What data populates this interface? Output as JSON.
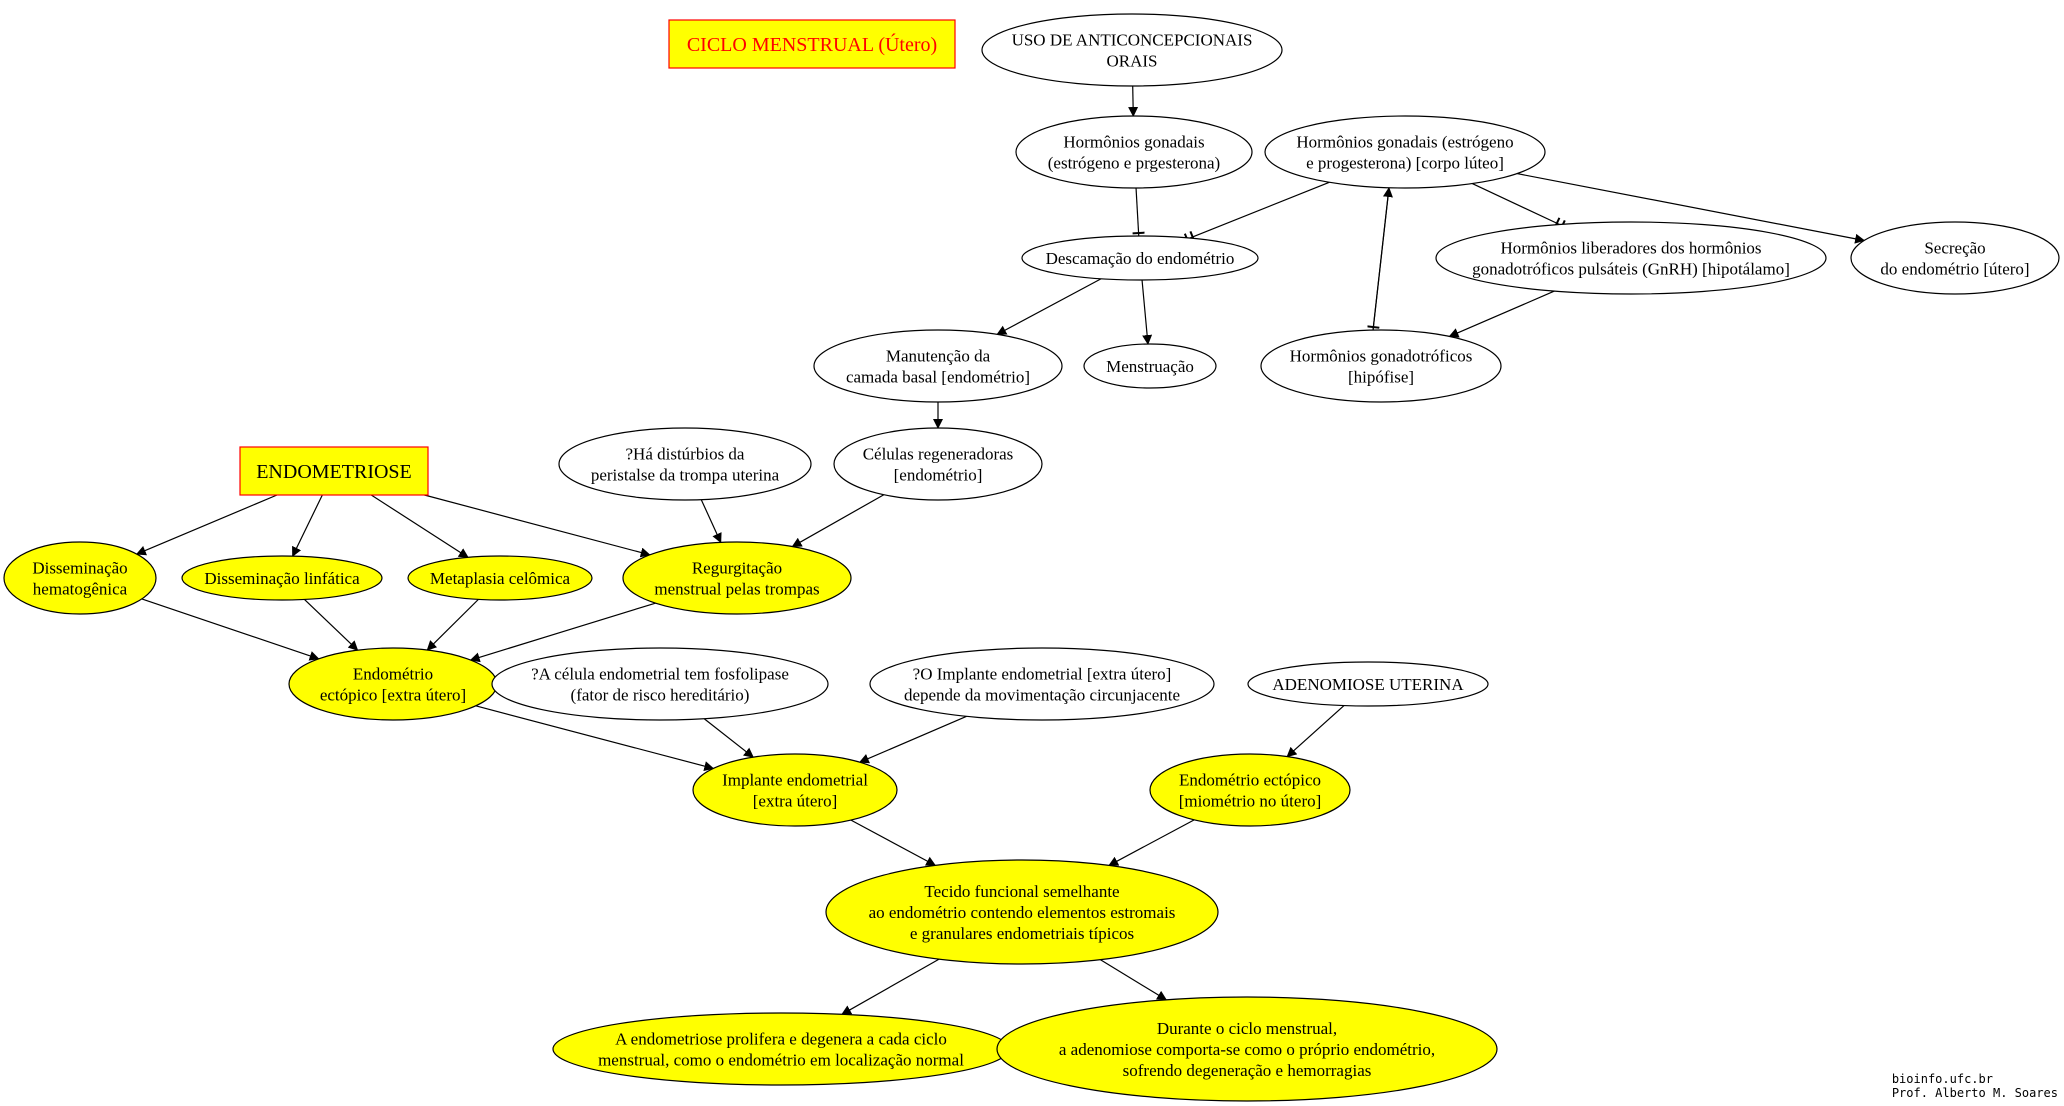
{
  "colors": {
    "highlight": "#ffff00",
    "title_text": "#ff0000",
    "box_border": "#ff0000",
    "plain": "#ffffff",
    "line": "#000000"
  },
  "titles": {
    "ciclo": "CICLO MENSTRUAL (Útero)",
    "endometriose": "ENDOMETRIOSE"
  },
  "nodes": {
    "uso": [
      "USO DE ANTICONCEPCIONAIS",
      "ORAIS"
    ],
    "horm_gon": [
      "Hormônios gonadais",
      "(estrógeno e prgesterona)"
    ],
    "horm_gon_cl": [
      "Hormônios gonadais (estrógeno",
      "e progesterona) [corpo lúteo]"
    ],
    "descamacao": [
      "Descamação do endométrio"
    ],
    "gnrh": [
      "Hormônios liberadores dos hormônios",
      "gonadotróficos pulsáteis (GnRH) [hipotálamo]"
    ],
    "secrecao": [
      "Secreção",
      "do endométrio [útero]"
    ],
    "manutencao": [
      "Manutenção da",
      "camada basal [endométrio]"
    ],
    "menstruacao": [
      "Menstruação"
    ],
    "gonadotroficos": [
      "Hormônios gonadotróficos",
      "[hipófise]"
    ],
    "celulas": [
      "Células regeneradoras",
      "[endométrio]"
    ],
    "disturbios": [
      "?Há distúrbios da",
      "peristalse da trompa uterina"
    ],
    "hematogenica": [
      "Disseminação",
      "hematogênica"
    ],
    "linfatica": [
      "Disseminação linfática"
    ],
    "metaplasia": [
      "Metaplasia celômica"
    ],
    "regurgitacao": [
      "Regurgitação",
      "menstrual pelas trompas"
    ],
    "ectopico": [
      "Endométrio",
      "ectópico [extra útero]"
    ],
    "fosfolipase": [
      "?A célula endometrial tem fosfolipase",
      "(fator de risco hereditário)"
    ],
    "implante_dep": [
      "?O Implante endometrial [extra útero]",
      "depende da movimentação circunjacente"
    ],
    "adenomiose": [
      "ADENOMIOSE UTERINA"
    ],
    "implante": [
      "Implante endometrial",
      "[extra útero]"
    ],
    "ectopico_mio": [
      "Endométrio ectópico",
      "[miométrio no útero]"
    ],
    "tecido": [
      "Tecido funcional semelhante",
      "ao endométrio contendo elementos estromais",
      "e granulares endometriais típicos"
    ],
    "prolifera": [
      "A endometriose prolifera e degenera a cada ciclo",
      "menstrual, como o endométrio em localização normal"
    ],
    "durante": [
      "Durante o ciclo menstrual,",
      "a adenomiose comporta-se como o próprio endométrio,",
      "sofrendo degeneração e hemorragias"
    ]
  },
  "credit": {
    "site": "bioinfo.ufc.br",
    "author": "Prof. Alberto M. Soares"
  }
}
